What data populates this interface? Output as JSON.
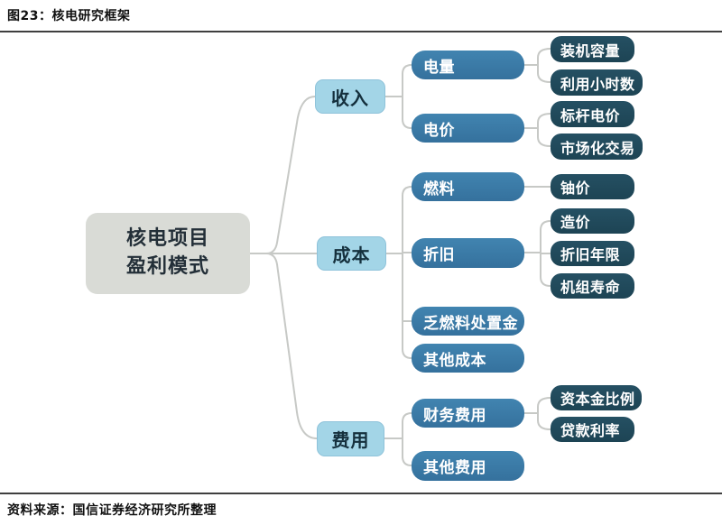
{
  "header": {
    "title": "图23：核电研究框架"
  },
  "footer": {
    "source": "资料来源：国信证券经济研究所整理"
  },
  "colors": {
    "root_bg": "#d9dbd6",
    "branch_bg": "#a3d5e7",
    "branch_border": "#8fc3da",
    "mid_bg": "#3a7ca9",
    "leaf_bg": "#214b5e",
    "connector": "#c7c9c6",
    "text_dark": "#15303d",
    "text_light": "#ffffff"
  },
  "tree": {
    "root": {
      "line1": "核电项目",
      "line2": "盈利模式"
    },
    "branches": [
      {
        "label": "收入",
        "children": [
          {
            "label": "电量",
            "children": [
              "装机容量",
              "利用小时数"
            ]
          },
          {
            "label": "电价",
            "children": [
              "标杆电价",
              "市场化交易"
            ]
          }
        ]
      },
      {
        "label": "成本",
        "children": [
          {
            "label": "燃料",
            "children": [
              "铀价"
            ]
          },
          {
            "label": "折旧",
            "children": [
              "造价",
              "折旧年限",
              "机组寿命"
            ]
          },
          {
            "label": "乏燃料处置金",
            "children": []
          },
          {
            "label": "其他成本",
            "children": []
          }
        ]
      },
      {
        "label": "费用",
        "children": [
          {
            "label": "财务费用",
            "children": [
              "资本金比例",
              "贷款利率"
            ]
          },
          {
            "label": "其他费用",
            "children": []
          }
        ]
      }
    ]
  }
}
